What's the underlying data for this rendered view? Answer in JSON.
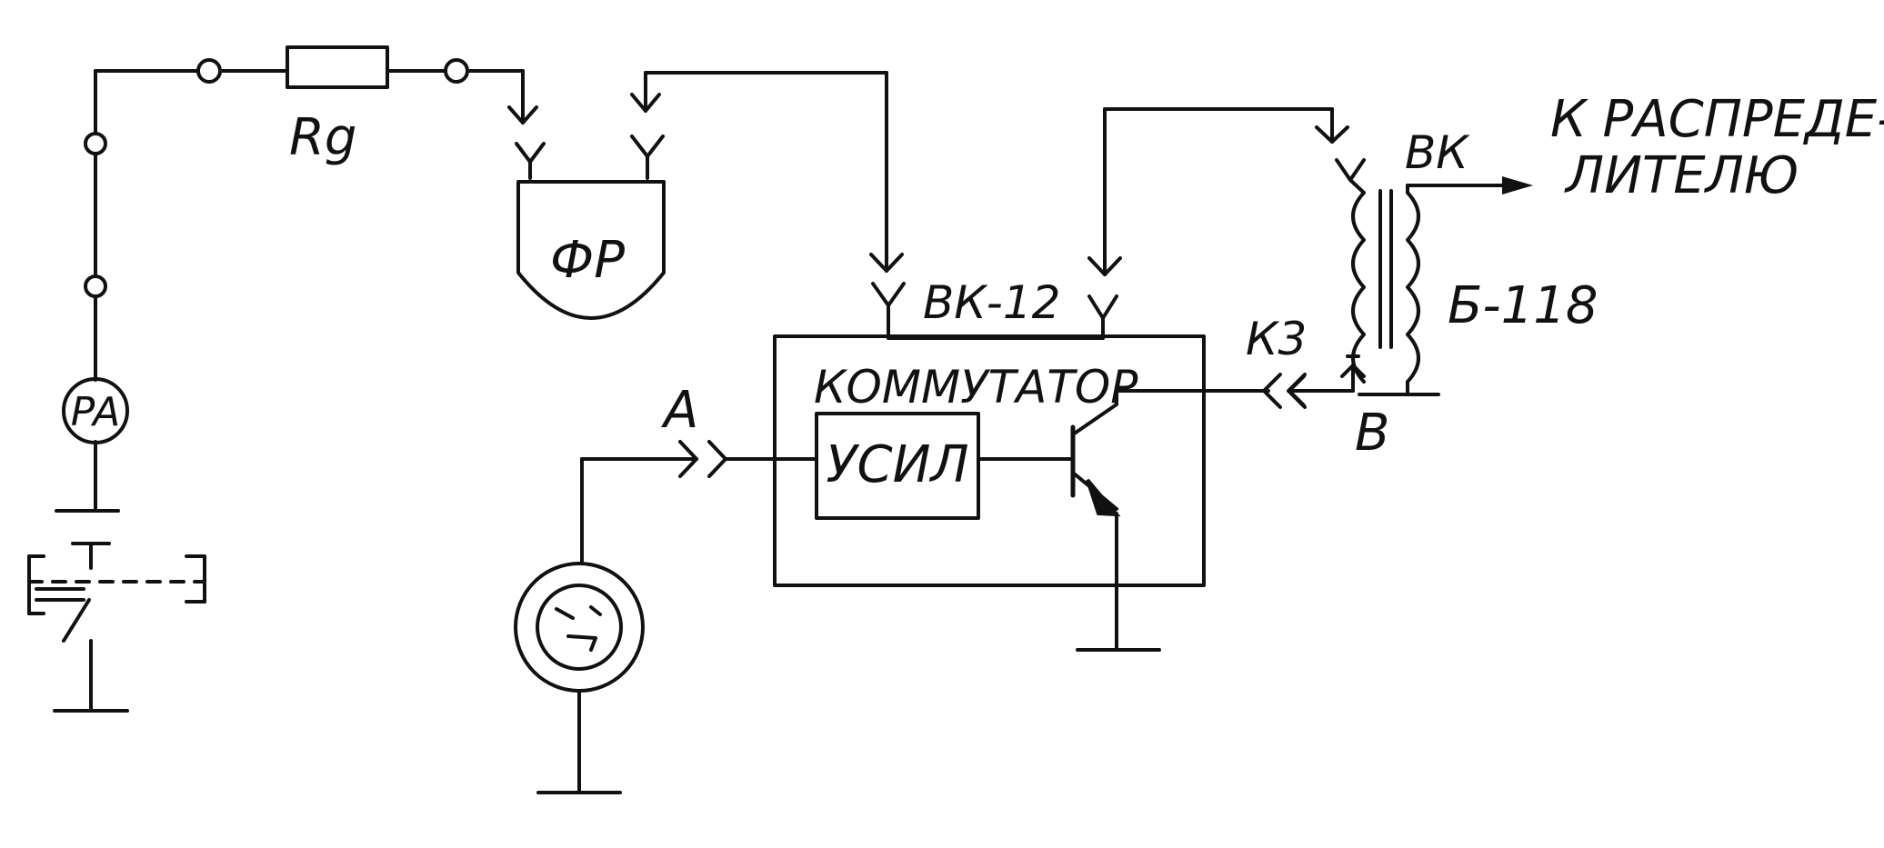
{
  "diagram": {
    "labels": {
      "resistor": "Rg",
      "photoresistor": "ФР",
      "ammeter": "PA",
      "connector_vk12": "ВК-12",
      "commutator": "КОММУТАТОР",
      "amplifier": "УСИЛ",
      "point_a": "А",
      "point_b": "В",
      "k3": "К3",
      "vk": "ВК",
      "coil": "Б-118",
      "output_line1": "К РАСПРЕДЕ-",
      "output_line2": "ЛИТЕЛЮ"
    },
    "colors": {
      "ink": "#111111",
      "background": "#ffffff"
    }
  }
}
